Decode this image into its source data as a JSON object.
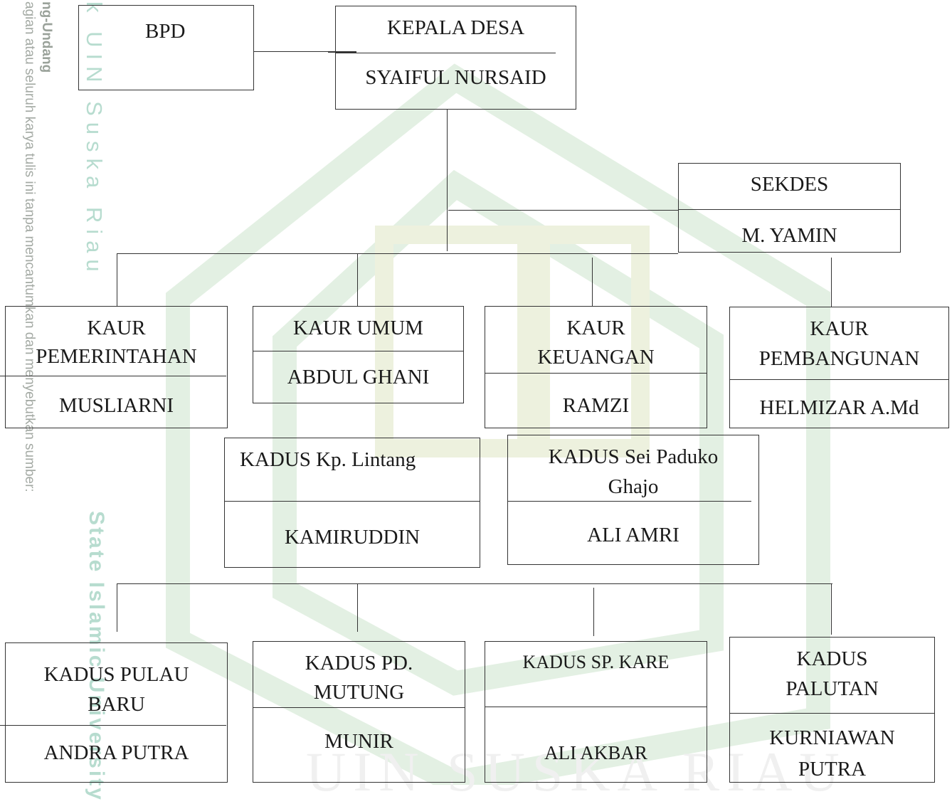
{
  "watermark": {
    "side_text_1": "ng-Undang",
    "side_text_2": "agian atau seluruh karya tulis ini tanpa mencantumkan dan menyebutkan sumber:",
    "side_text_3": "k UIN Suska Riau",
    "side_text_4": "State Islamic University",
    "bottom_text": "UIN SUSKA RIAU",
    "colors": {
      "green": "#d8ecd8",
      "teal": "#9fd3c4",
      "olive": "#e9e3bf"
    }
  },
  "org": {
    "bpd": {
      "title": "BPD"
    },
    "kepala_desa": {
      "title": "KEPALA DESA",
      "name": "SYAIFUL NURSAID"
    },
    "sekdes": {
      "title": "SEKDES",
      "name": "M. YAMIN"
    },
    "kaur_pemerintahan": {
      "title_1": "KAUR",
      "title_2": "PEMERINTAHAN",
      "name": "MUSLIARNI"
    },
    "kaur_umum": {
      "title": "KAUR UMUM",
      "name": "ABDUL GHANI"
    },
    "kaur_keuangan": {
      "title_1": "KAUR",
      "title_2": "KEUANGAN",
      "name": "RAMZI"
    },
    "kaur_pembangunan": {
      "title_1": "KAUR",
      "title_2": "PEMBANGUNAN",
      "name": "HELMIZAR A.Md"
    },
    "kadus_lintang": {
      "title": "KADUS Kp. Lintang",
      "name": "KAMIRUDDIN"
    },
    "kadus_sei_paduko": {
      "title_1": "KADUS Sei Paduko",
      "title_2": "Ghajo",
      "name": "ALI AMRI"
    },
    "kadus_pulau_baru": {
      "title_1": "KADUS PULAU",
      "title_2": "BARU",
      "name": "ANDRA PUTRA"
    },
    "kadus_pd_mutung": {
      "title_1": "KADUS PD.",
      "title_2": "MUTUNG",
      "name": "MUNIR"
    },
    "kadus_sp_kare": {
      "title": "KADUS SP. KARE",
      "name": "ALI AKBAR"
    },
    "kadus_palutan": {
      "title_1": "KADUS",
      "title_2": "PALUTAN",
      "name_1": "KURNIAWAN",
      "name_2": "PUTRA"
    }
  }
}
